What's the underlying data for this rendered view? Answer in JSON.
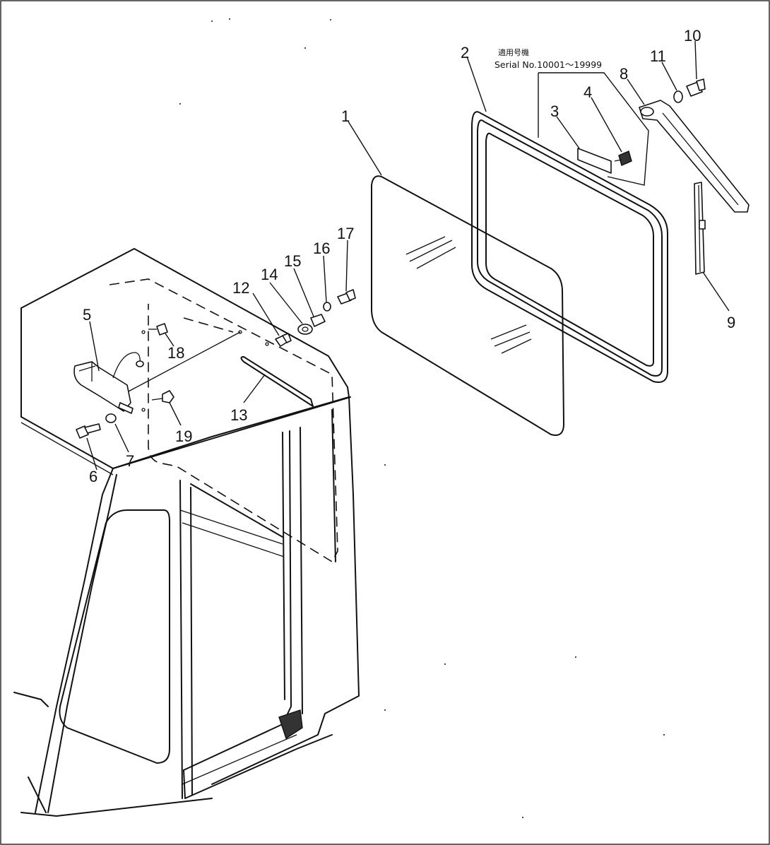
{
  "diagram": {
    "note": {
      "jp_line": "適用号機",
      "serial_line": "Serial No.10001～19999"
    },
    "callouts": [
      "1",
      "2",
      "3",
      "4",
      "5",
      "6",
      "7",
      "8",
      "9",
      "10",
      "11",
      "12",
      "13",
      "14",
      "15",
      "16",
      "17",
      "18",
      "19"
    ]
  }
}
